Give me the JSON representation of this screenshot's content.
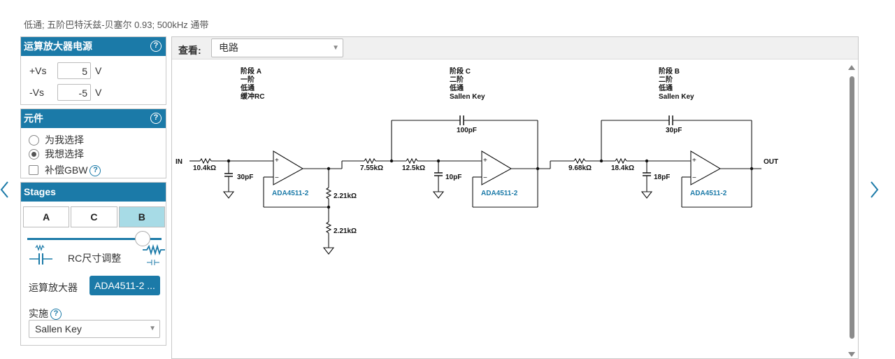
{
  "header": {
    "subtitle": "低通; 五阶巴特沃兹-贝塞尔 0.93; 500kHz 通带"
  },
  "supply": {
    "title": "运算放大器电源",
    "help": "?",
    "pos": {
      "label": "+Vs",
      "value": "5",
      "unit": "V"
    },
    "neg": {
      "label": "-Vs",
      "value": "-5",
      "unit": "V"
    }
  },
  "components": {
    "title": "元件",
    "help": "?",
    "options": [
      "为我选择",
      "我想选择"
    ],
    "selected": "我想选择",
    "compensate": "补偿GBW",
    "compensate_help": "?"
  },
  "stages": {
    "title": "Stages",
    "buttons": [
      "A",
      "C",
      "B"
    ],
    "active": "B",
    "slider_label": "RC尺寸调整",
    "slider_value": 0.88,
    "opamp_label": "运算放大器",
    "opamp_value": "ADA4511-2 ...",
    "impl_label": "实施",
    "impl_help": "?",
    "impl_value": "Sallen Key"
  },
  "view": {
    "label": "查看:",
    "value": "电路"
  },
  "schematic": {
    "in_label": "IN",
    "out_label": "OUT",
    "stage_a": {
      "lines": [
        "阶段 A",
        "一阶",
        "低通",
        "缓冲RC"
      ],
      "r1": "10.4kΩ",
      "c1": "30pF",
      "opamp": "ADA4511-2",
      "rf1": "2.21kΩ",
      "rf2": "2.21kΩ"
    },
    "stage_c": {
      "lines": [
        "阶段 C",
        "二阶",
        "低通",
        "Sallen Key"
      ],
      "r1": "7.55kΩ",
      "r2": "12.5kΩ",
      "c_fb": "100pF",
      "c_gnd": "10pF",
      "opamp": "ADA4511-2"
    },
    "stage_b": {
      "lines": [
        "阶段 B",
        "二阶",
        "低通",
        "Sallen Key"
      ],
      "r1": "9.68kΩ",
      "r2": "18.4kΩ",
      "c_fb": "30pF",
      "c_gnd": "18pF",
      "opamp": "ADA4511-2"
    },
    "plus": "+",
    "minus": "−"
  },
  "colors": {
    "accent": "#1b7aa8",
    "stage_active": "#a7dbe6"
  }
}
